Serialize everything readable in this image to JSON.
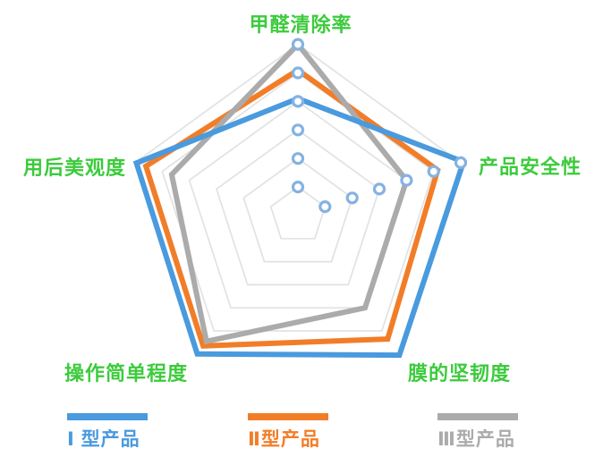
{
  "chart_data": {
    "type": "radar",
    "title": "",
    "axes": [
      "甲醛清除率",
      "产品安全性",
      "膜的坚韧度",
      "操作简单程度",
      "用后美观度"
    ],
    "value_range": [
      0,
      6
    ],
    "rings": 6,
    "grid": "on",
    "grid_color": "#e2e2e2",
    "axis_label_color": "#3ccb3c",
    "marker": {
      "shape": "circle",
      "fill": "#ffffff",
      "stroke": "#85b2e2",
      "on_axes": [
        0,
        1
      ],
      "note": "white circle markers at every ring level on the top axis and the right axis"
    },
    "series": [
      {
        "name": "Ⅰ 型产品",
        "color": "#4a9ade",
        "values": [
          4.1,
          6.1,
          6.05,
          6.0,
          5.95
        ]
      },
      {
        "name": "Ⅱ型产品",
        "color": "#f27d28",
        "values": [
          5.1,
          5.15,
          5.35,
          5.65,
          5.6
        ]
      },
      {
        "name": "Ⅲ型产品",
        "color": "#ababab",
        "values": [
          6.0,
          4.0,
          4.0,
          5.45,
          4.65
        ]
      }
    ],
    "draw_order": [
      1,
      2,
      0
    ],
    "legend_position": "bottom"
  },
  "legend": {
    "items": [
      {
        "label": "Ⅰ 型产品"
      },
      {
        "label": "Ⅱ型产品"
      },
      {
        "label": "Ⅲ型产品"
      }
    ]
  }
}
